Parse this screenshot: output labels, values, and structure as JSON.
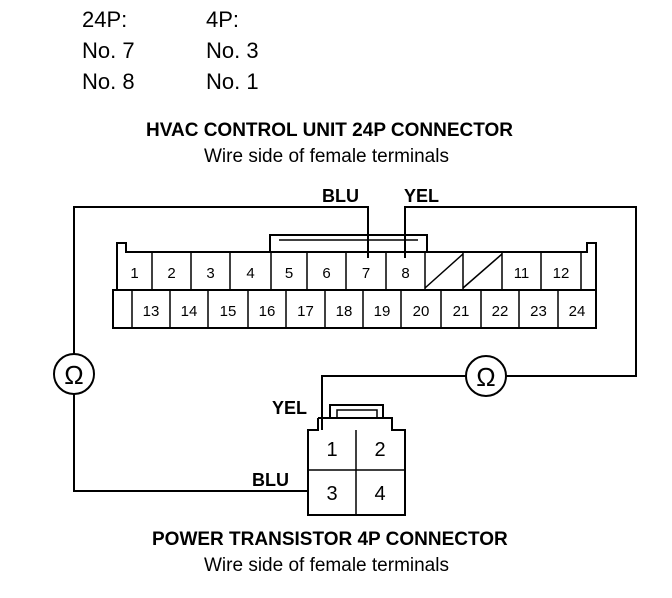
{
  "table": {
    "header_24p": "24P:",
    "header_4p": "4P:",
    "rows": [
      {
        "p24": "No. 7",
        "p4": "No. 3"
      },
      {
        "p24": "No. 8",
        "p4": "No. 1"
      }
    ]
  },
  "hvac": {
    "title": "HVAC CONTROL UNIT 24P CONNECTOR",
    "subtitle": "Wire side of female terminals",
    "wire_left": "BLU",
    "wire_right": "YEL",
    "terminals_top": [
      "1",
      "2",
      "3",
      "4",
      "5",
      "6",
      "7",
      "8",
      "",
      "",
      "11",
      "12"
    ],
    "terminals_bottom": [
      "13",
      "14",
      "15",
      "16",
      "17",
      "18",
      "19",
      "20",
      "21",
      "22",
      "23",
      "24"
    ]
  },
  "meters": {
    "symbol": "Ω"
  },
  "transistor": {
    "title": "POWER TRANSISTOR 4P CONNECTOR",
    "subtitle": "Wire side of female terminals",
    "wire_top": "YEL",
    "wire_bottom": "BLU",
    "terminals": [
      "1",
      "2",
      "3",
      "4"
    ]
  },
  "colors": {
    "ink": "#000000",
    "background": "#ffffff"
  }
}
